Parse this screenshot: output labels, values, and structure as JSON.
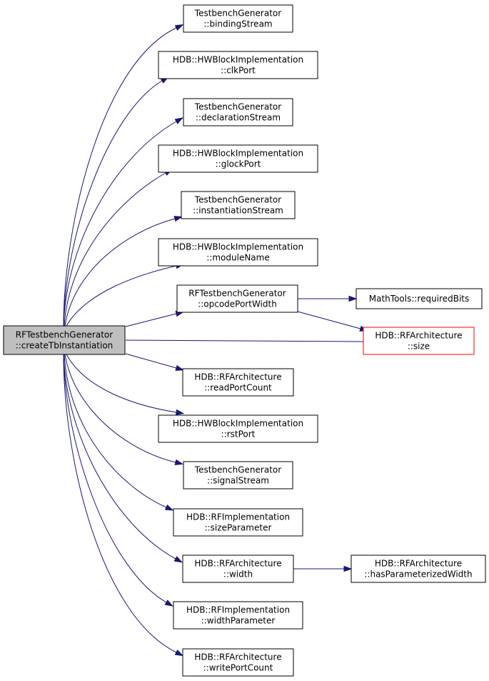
{
  "colors": {
    "edge": "#191970",
    "root_fill": "#bfbfbf",
    "node_border": "#000000",
    "highlight_border": "#ff0000",
    "background": "#ffffff"
  },
  "nodes": [
    {
      "id": "root",
      "lines": [
        "RFTestbenchGenerator",
        "::createTbInstantiation"
      ],
      "style": "root"
    },
    {
      "id": "binding",
      "lines": [
        "TestbenchGenerator",
        "::bindingStream"
      ]
    },
    {
      "id": "clk",
      "lines": [
        "HDB::HWBlockImplementation",
        "::clkPort"
      ]
    },
    {
      "id": "declaration",
      "lines": [
        "TestbenchGenerator",
        "::declarationStream"
      ]
    },
    {
      "id": "glock",
      "lines": [
        "HDB::HWBlockImplementation",
        "::glockPort"
      ]
    },
    {
      "id": "instantiation",
      "lines": [
        "TestbenchGenerator",
        "::instantiationStream"
      ]
    },
    {
      "id": "moduleName",
      "lines": [
        "HDB::HWBlockImplementation",
        "::moduleName"
      ]
    },
    {
      "id": "opcode",
      "lines": [
        "RFTestbenchGenerator",
        "::opcodePortWidth"
      ]
    },
    {
      "id": "requiredBits",
      "lines": [
        "MathTools::requiredBits"
      ]
    },
    {
      "id": "size",
      "lines": [
        "HDB::RFArchitecture",
        "::size"
      ],
      "style": "red"
    },
    {
      "id": "readPort",
      "lines": [
        "HDB::RFArchitecture",
        "::readPortCount"
      ]
    },
    {
      "id": "rst",
      "lines": [
        "HDB::HWBlockImplementation",
        "::rstPort"
      ]
    },
    {
      "id": "signal",
      "lines": [
        "TestbenchGenerator",
        "::signalStream"
      ]
    },
    {
      "id": "sizeParam",
      "lines": [
        "HDB::RFImplementation",
        "::sizeParameter"
      ]
    },
    {
      "id": "width",
      "lines": [
        "HDB::RFArchitecture",
        "::width"
      ]
    },
    {
      "id": "hasParam",
      "lines": [
        "HDB::RFArchitecture",
        "::hasParameterizedWidth"
      ]
    },
    {
      "id": "widthParam",
      "lines": [
        "HDB::RFImplementation",
        "::widthParameter"
      ]
    },
    {
      "id": "writePort",
      "lines": [
        "HDB::RFArchitecture",
        "::writePortCount"
      ]
    }
  ],
  "edges": [
    {
      "from": "root",
      "to": "binding"
    },
    {
      "from": "root",
      "to": "clk"
    },
    {
      "from": "root",
      "to": "declaration"
    },
    {
      "from": "root",
      "to": "glock"
    },
    {
      "from": "root",
      "to": "instantiation"
    },
    {
      "from": "root",
      "to": "moduleName"
    },
    {
      "from": "root",
      "to": "opcode"
    },
    {
      "from": "root",
      "to": "size"
    },
    {
      "from": "root",
      "to": "readPort"
    },
    {
      "from": "root",
      "to": "rst"
    },
    {
      "from": "root",
      "to": "signal"
    },
    {
      "from": "root",
      "to": "sizeParam"
    },
    {
      "from": "root",
      "to": "width"
    },
    {
      "from": "root",
      "to": "widthParam"
    },
    {
      "from": "root",
      "to": "writePort"
    },
    {
      "from": "opcode",
      "to": "requiredBits"
    },
    {
      "from": "opcode",
      "to": "size"
    },
    {
      "from": "width",
      "to": "hasParam"
    }
  ]
}
